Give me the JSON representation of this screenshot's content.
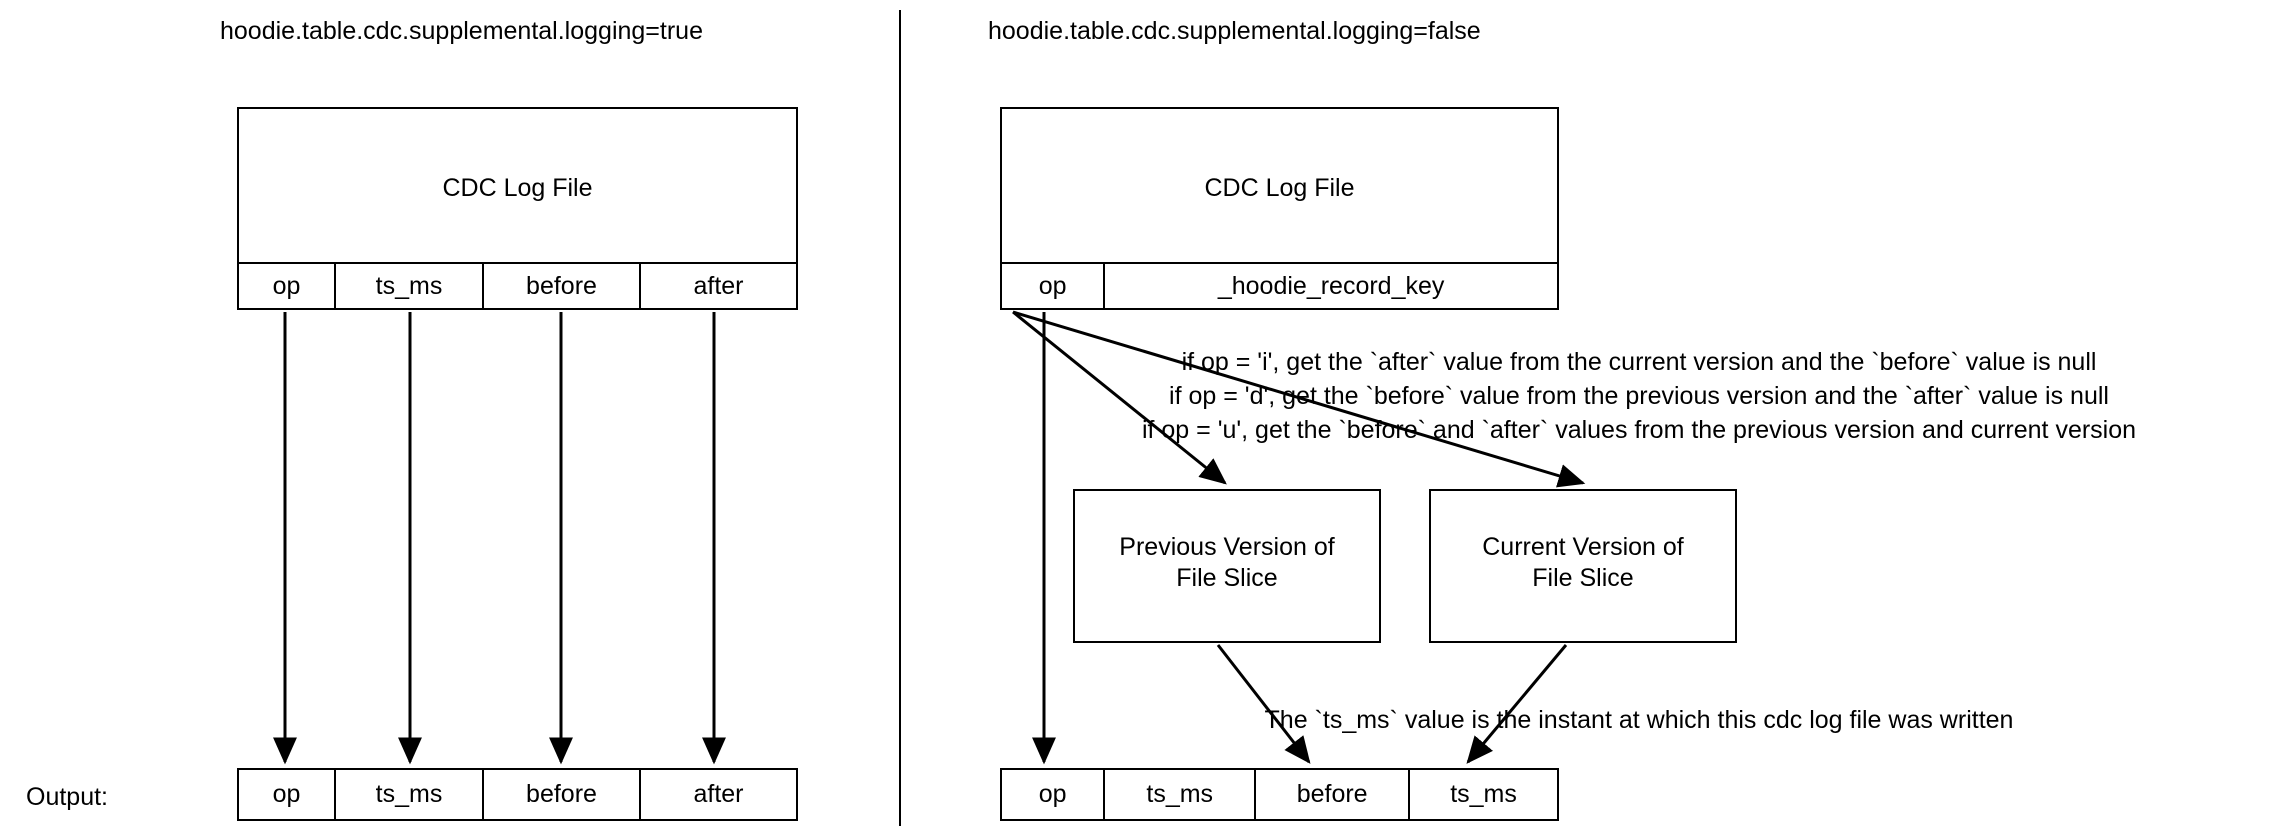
{
  "diagram": {
    "title_left": "hoodie.table.cdc.supplemental.logging=true",
    "title_right": "hoodie.table.cdc.supplemental.logging=false",
    "output_label": "Output:",
    "left_panel": {
      "log_file_box_label": "CDC Log File",
      "log_file_columns": [
        "op",
        "ts_ms",
        "before",
        "after"
      ],
      "output_columns": [
        "op",
        "ts_ms",
        "before",
        "after"
      ]
    },
    "right_panel": {
      "log_file_box_label": "CDC Log File",
      "log_file_columns": [
        "op",
        "_hoodie_record_key"
      ],
      "rule_lines": [
        "if op = 'i', get the `after` value from the current version and the `before` value is null",
        "if op = 'd', get the `before` value from the previous version  and the `after` value is null",
        "if op = 'u', get the `before` and `after` values from the previous version and current version"
      ],
      "previous_version_box_label": "Previous Version of File Slice",
      "current_version_box_label": "Current Version of File Slice",
      "ts_ms_note": "The `ts_ms` value is the instant at which this cdc log file was written",
      "output_columns": [
        "op",
        "ts_ms",
        "before",
        "ts_ms"
      ]
    }
  }
}
